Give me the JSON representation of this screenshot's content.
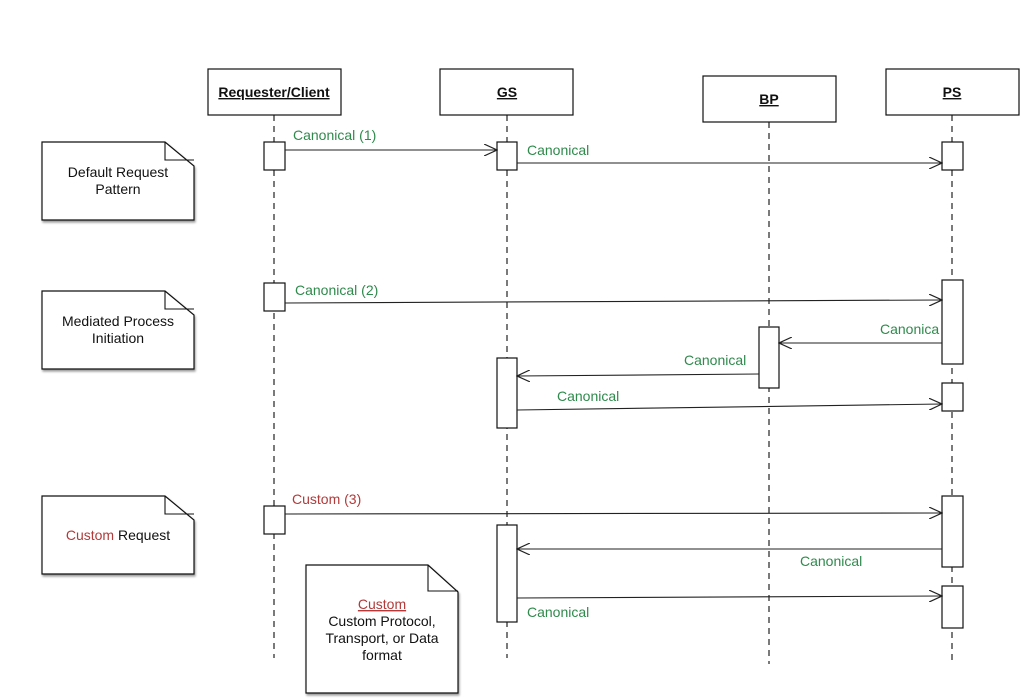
{
  "participants": {
    "requester": "Requester/Client",
    "gs": "GS",
    "bp": "BP",
    "ps": "PS"
  },
  "messages": [
    {
      "label": "Canonical (1)",
      "kind": "canonical"
    },
    {
      "label": "Canonical",
      "kind": "canonical"
    },
    {
      "label": "Canonical (2)",
      "kind": "canonical"
    },
    {
      "label": "Canonica",
      "kind": "canonical"
    },
    {
      "label": "Canonical",
      "kind": "canonical"
    },
    {
      "label": "Canonical",
      "kind": "canonical"
    },
    {
      "label": "Custom (3)",
      "kind": "custom"
    },
    {
      "label": "Canonical",
      "kind": "canonical"
    },
    {
      "label": "Canonical",
      "kind": "canonical"
    }
  ],
  "notes": {
    "default": [
      "Default Request",
      "Pattern"
    ],
    "mediated": [
      "Mediated Process",
      "Initiation"
    ],
    "custom_request": {
      "highlight": "Custom",
      "rest": " Request"
    },
    "legend": {
      "title": "Custom",
      "lines": [
        "Custom Protocol,",
        "Transport, or Data",
        "format"
      ]
    }
  },
  "colors": {
    "canonical": "#2f8a4c",
    "custom": "#b23a3a"
  }
}
